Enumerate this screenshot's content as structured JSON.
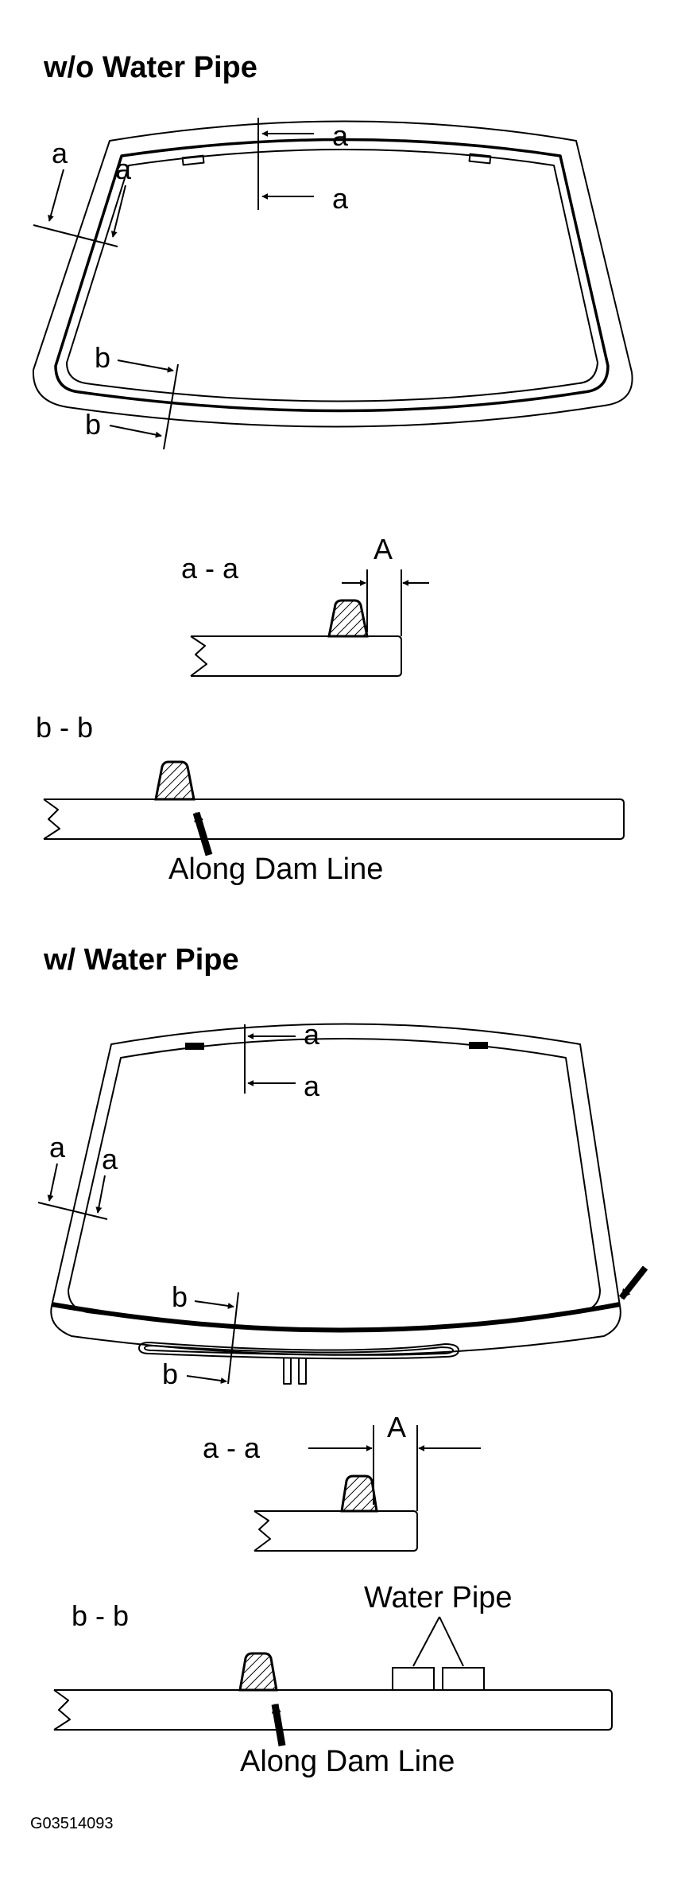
{
  "section_without_pipe": {
    "heading": "w/o Water Pipe",
    "section_a_label": "a",
    "section_b_label": "b",
    "view_aa_label": "a - a",
    "view_bb_label": "b - b",
    "dimension_label": "A",
    "dam_line_label": "Along Dam Line"
  },
  "section_with_pipe": {
    "heading": "w/ Water Pipe",
    "section_a_label": "a",
    "section_b_label": "b",
    "view_aa_label": "a - a",
    "view_bb_label": "b - b",
    "dimension_label": "A",
    "water_pipe_label": "Water Pipe",
    "dam_line_label": "Along Dam Line"
  },
  "figure_code": "G03514093"
}
